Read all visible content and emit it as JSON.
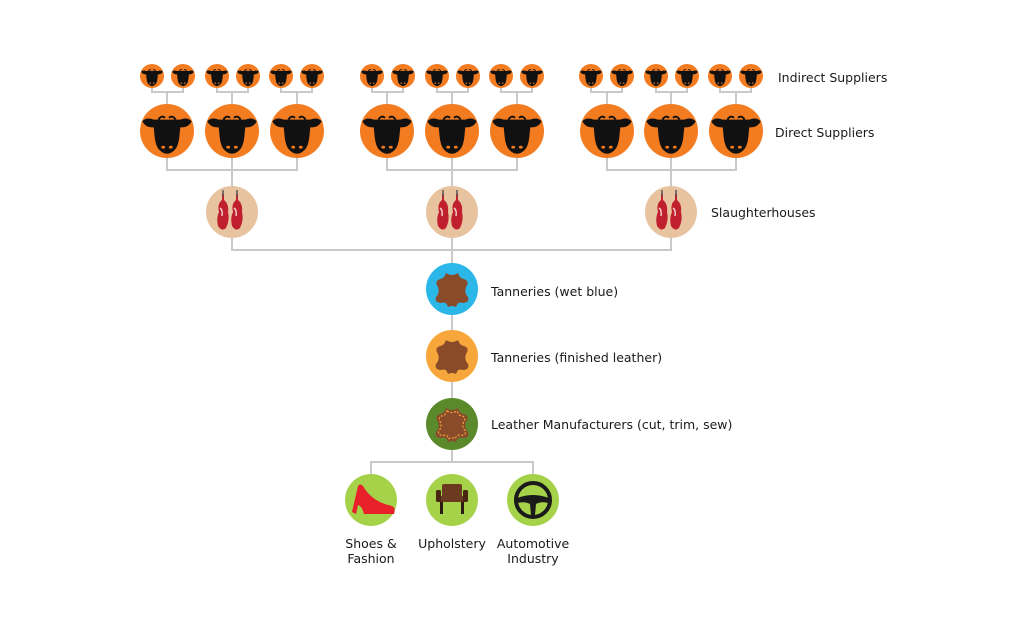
{
  "labels": {
    "indirect_suppliers": "Indirect Suppliers",
    "direct_suppliers": "Direct Suppliers",
    "slaughterhouses": "Slaughterhouses",
    "tanneries_wet_blue": "Tanneries (wet blue)",
    "tanneries_finished": "Tanneries (finished leather)",
    "leather_manufacturers": "Leather Manufacturers (cut, trim, sew)",
    "shoes_line1": "Shoes &",
    "shoes_line2": "Fashion",
    "upholstery": "Upholstery",
    "automotive_line1": "Automotive",
    "automotive_line2": "Industry"
  },
  "colors": {
    "cattle": "#f47c20",
    "slaughter": "#e8c3a0",
    "meat": "#c0202d",
    "wet_blue": "#2bb8e8",
    "finished": "#f7a63c",
    "manufacturer": "#5b8a2d",
    "leather": "#8a4b2a",
    "end_use": "#a6d24a",
    "connector": "#c9c9c9"
  },
  "icons": {
    "supplier": "cow-head-icon",
    "slaughterhouse": "meat-carcass-icon",
    "tannery": "leather-hide-icon",
    "shoes": "high-heel-shoe-icon",
    "upholstery": "armchair-icon",
    "automotive": "steering-wheel-icon"
  }
}
